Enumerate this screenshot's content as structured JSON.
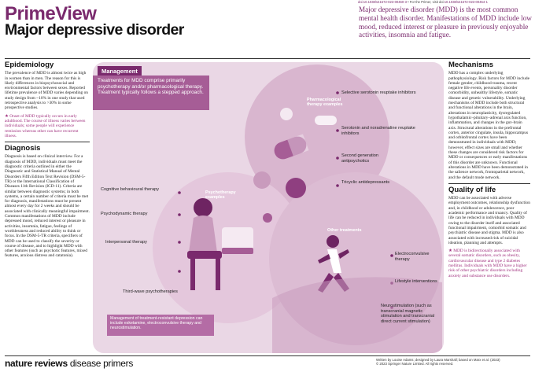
{
  "header": {
    "doi_left": "doi:10.1038/s41572-023-00460-3",
    "doi_mid": " • For the Primer, visit doi:",
    "doi_right": "10.1038/s41572-023-00454-1",
    "brand": "PrimeView",
    "title": "Major depressive disorder",
    "intro": "Major depressive disorder (MDD) is the most common mental health disorder. Manifestations of MDD include low mood, reduced interest or pleasure in previously enjoyable activities, insomnia and fatigue."
  },
  "epidemiology": {
    "heading": "Epidemiology",
    "body": "The prevalence of MDD is almost twice as high in women than in men. The reason for this is likely differences in biopsychosocial and environmental factors between sexes. Reported lifetime prevalence of MDD varies depending on study design from ~10% in one study that used retrospective analysis to >30% in some prospective studies.",
    "note_star": "★",
    "note": " Onset of MDD typically occurs in early adulthood. The course of illness varies between individuals; some people will experience remission whereas other can have recurrent illness."
  },
  "diagnosis": {
    "heading": "Diagnosis",
    "body": "Diagnosis is based on clinical interview. For a diagnosis of MDD, individuals must meet the diagnostic criteria outlined in either the Diagnostic and Statistical Manual of Mental Disorders Fifth Edition Text Revision (DSM-5-TR) or the International Classification of Diseases 11th Revision (ICD-11). Criteria are similar between diagnostic systems; in both systems, a certain number of criteria must be met for diagnosis, manifestations must be present almost every day for 2 weeks and should be associated with clinically meaningful impairment. Common manifestations of MDD include depressed mood, reduced interest or pleasure in activities, insomnia, fatigue, feelings of worthlessness and reduced ability to think or focus. In the DSM-5-TR criteria, specifiers of MDD can be used to classify the severity or course of disease, and to highlight MDD with other features (such as psychotic features, mixed features, anxious distress and catatonia)."
  },
  "management": {
    "title": "Management",
    "intro": "Treatments for MDD comprise primarily psychotherapy and/or pharmacological therapy. Treatment typically follows a stepped approach.",
    "pharma_tag": "Pharmacological therapy examples",
    "pharma_items": [
      "Selective serotonin reuptake inhibitors",
      "Serotonin and noradrenaline reuptake inhibitors",
      "Second generation antipsychotics",
      "Tricyclic antidepressants"
    ],
    "psycho_tag": "Psychotherapy examples",
    "psycho_items": [
      "Cognitive behavioural therapy",
      "Psychodynamic therapy",
      "Interpersonal therapy",
      "Third-wave psychotherapies"
    ],
    "other_tag": "Other treatments",
    "other_items": [
      "Electroconvulsive therapy",
      "Lifestyle interventions",
      "Neurostimulation (such as transcranial magnetic stimulation and transcranial direct current stimulation)"
    ],
    "resistant_note": "Management of treatment-resistant depression can include esketamine, electroconvulsive therapy and neurostimulation."
  },
  "mechanisms": {
    "heading": "Mechanisms",
    "body": "MDD has a complex underlying pathophysiology. Risk factors for MDD include female gender, childhood trauma, recent negative life events, personality disorder comorbidity, unhealthy lifestyle, somatic disease and genetic vulnerability. Underlying mechanisms of MDD include both structural and functional alterations in the brain, alterations in neuroplasticity, dysregulated hypothalamic–pituitary–adrenal axis function, inflammation, and changes in the gut–brain axis. Structural alterations in the prefrontal cortex, anterior cingulate, insula, hippocampus and orbitofrontal cortex have been demonstrated in individuals with MDD; however, effect sizes are small and whether these changes are considered risk factors for MDD or consequences or early manifestations of this disorder are unknown. Functional alterations in MDD have been demonstrated in the salience network, frontoparietal network, and the default mode network."
  },
  "quality_of_life": {
    "heading": "Quality of life",
    "body": "MDD can be associated with adverse employment outcomes, relationship dysfunction and, in childhood or adolescence, poor academic performance and truancy. Quality of life can be reduced in individuals with MDD owing to the disorder itself and associated functional impairment, comorbid somatic and psychiatric disease and stigma. MDD is also associated with increased risk of suicidal ideation, planning and attempts.",
    "note_star": "★",
    "note": " MDD is bidirectionally associated with several somatic disorders, such as obesity, cardiovascular disease and type 2 diabetes mellitus. Individuals with MDD have a higher risk of other psychiatric disorders including anxiety and substance use disorders."
  },
  "footer": {
    "journal_bold": "nature reviews",
    "journal_rest": " disease primers",
    "credit_line1": "Written by Louise Adams; designed by Laura Marshall; based on Marx et al. (2023)",
    "credit_line2": "© 2023 Springer Nature Limited. All rights reserved."
  },
  "colors": {
    "brand": "#7a2a6d",
    "panel_bg": "#ead7e5",
    "circle_fill": "#d9b6cf",
    "accent": "#a65d96",
    "note_pink": "#a0307e"
  }
}
